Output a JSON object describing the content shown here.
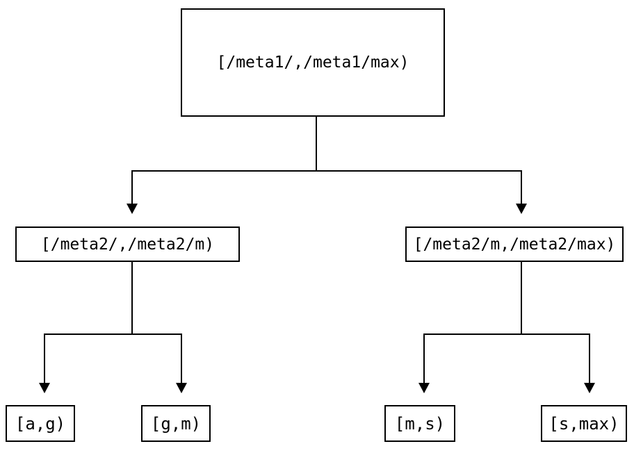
{
  "tree": {
    "nodes": {
      "root": {
        "label": "[/meta1/,/meta1/max)"
      },
      "meta2_low": {
        "label": "[/meta2/,/meta2/m)"
      },
      "meta2_high": {
        "label": "[/meta2/m,/meta2/max)"
      },
      "leaf_a_g": {
        "label": "[a,g)"
      },
      "leaf_g_m": {
        "label": "[g,m)"
      },
      "leaf_m_s": {
        "label": "[m,s)"
      },
      "leaf_s_max": {
        "label": "[s,max)"
      }
    },
    "edges": [
      {
        "from": "root",
        "to": "meta2_low"
      },
      {
        "from": "root",
        "to": "meta2_high"
      },
      {
        "from": "meta2_low",
        "to": "leaf_a_g"
      },
      {
        "from": "meta2_low",
        "to": "leaf_g_m"
      },
      {
        "from": "meta2_high",
        "to": "leaf_m_s"
      },
      {
        "from": "meta2_high",
        "to": "leaf_s_max"
      }
    ]
  },
  "colors": {
    "line": "#000000",
    "box_border": "#000000",
    "text": "#000000",
    "background": "#ffffff"
  }
}
